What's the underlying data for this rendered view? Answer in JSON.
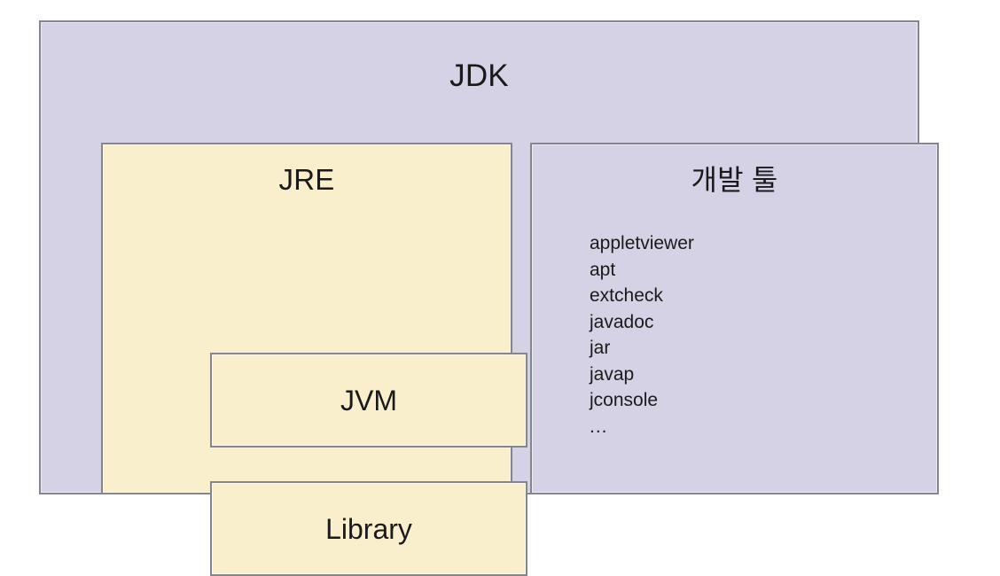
{
  "diagram": {
    "title": "JDK architecture diagram",
    "colors": {
      "jdk_fill": "#d5d2e5",
      "jre_fill": "#faefcd",
      "devtools_fill": "#d5d2e5",
      "border": "#85858f",
      "text": "#1a1a1a",
      "background": "#ffffff"
    },
    "jdk": {
      "label": "JDK"
    },
    "jre": {
      "label": "JRE",
      "children": [
        {
          "label": "JVM"
        },
        {
          "label": "Library"
        }
      ]
    },
    "devtools": {
      "label": "개발 툴",
      "tools": [
        "appletviewer",
        "apt",
        "extcheck",
        "javadoc",
        "jar",
        "javap",
        "jconsole",
        "..."
      ]
    }
  }
}
